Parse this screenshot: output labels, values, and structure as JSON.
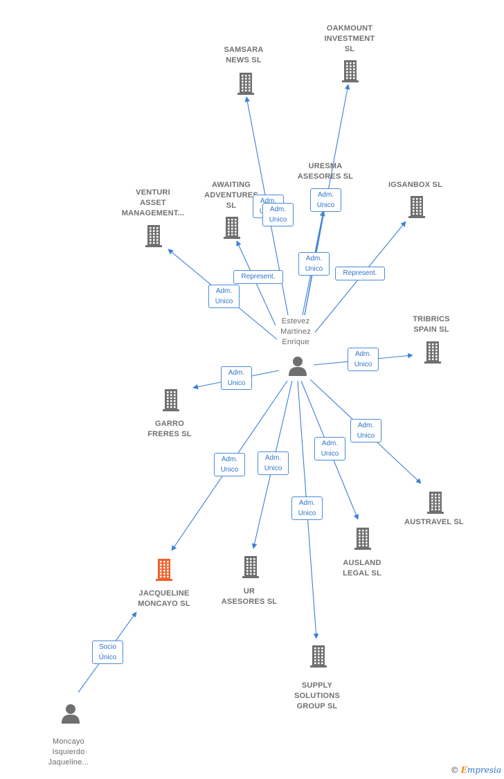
{
  "nodes": [
    {
      "id": "samsara",
      "kind": "company",
      "label": "SAMSARA\nNEWS  SL"
    },
    {
      "id": "oakmount",
      "kind": "company",
      "label": "OAKMOUNT\nINVESTMENT\nSL"
    },
    {
      "id": "uresma",
      "kind": "company",
      "label": "URESMA\nASESORES  SL"
    },
    {
      "id": "igsanbox",
      "kind": "company",
      "label": "IGSANBOX  SL"
    },
    {
      "id": "venturi",
      "kind": "company",
      "label": "VENTURI\nASSET\nMANAGEMENT..."
    },
    {
      "id": "awaiting",
      "kind": "company",
      "label": "AWAITING\nADVENTURES\nSL"
    },
    {
      "id": "tribrics",
      "kind": "company",
      "label": "TRIBRICS\nSPAIN  SL"
    },
    {
      "id": "garro",
      "kind": "company",
      "label": "GARRO\nFRERES  SL"
    },
    {
      "id": "austravel",
      "kind": "company",
      "label": "AUSTRAVEL SL"
    },
    {
      "id": "ausland",
      "kind": "company",
      "label": "AUSLAND\nLEGAL  SL"
    },
    {
      "id": "jacqueline",
      "kind": "company-highlight",
      "label": "JACQUELINE\nMONCAYO  SL"
    },
    {
      "id": "ur",
      "kind": "company",
      "label": "UR\nASESORES SL"
    },
    {
      "id": "supply",
      "kind": "company",
      "label": "SUPPLY\nSOLUTIONS\nGROUP  SL"
    },
    {
      "id": "estevez",
      "kind": "person",
      "label": "Estevez\nMartinez\nEnrique"
    },
    {
      "id": "moncayo",
      "kind": "person",
      "label": "Moncayo\nIsquierdo\nJaqueline..."
    }
  ],
  "relations": [
    {
      "from": "estevez",
      "to": "samsara",
      "label": "Adm.\nUnico"
    },
    {
      "from": "estevez",
      "to": "oakmount",
      "label": "Adm.\nUnico"
    },
    {
      "from": "estevez",
      "to": "uresma",
      "label": "Adm.\nUnico"
    },
    {
      "from": "estevez",
      "to": "uresma",
      "label": "Adm.\nUnico"
    },
    {
      "from": "estevez",
      "to": "igsanbox",
      "label": "Represent."
    },
    {
      "from": "estevez",
      "to": "venturi",
      "label": "Adm.\nUnico"
    },
    {
      "from": "estevez",
      "to": "awaiting",
      "label": "Represent."
    },
    {
      "from": "estevez",
      "to": "tribrics",
      "label": "Adm.\nUnico"
    },
    {
      "from": "estevez",
      "to": "garro",
      "label": "Adm.\nUnico"
    },
    {
      "from": "estevez",
      "to": "austravel",
      "label": "Adm.\nUnico"
    },
    {
      "from": "estevez",
      "to": "ausland",
      "label": "Adm.\nUnico"
    },
    {
      "from": "estevez",
      "to": "jacqueline",
      "label": "Adm.\nUnico"
    },
    {
      "from": "estevez",
      "to": "ur",
      "label": "Adm.\nUnico"
    },
    {
      "from": "estevez",
      "to": "supply",
      "label": "Adm.\nUnico"
    },
    {
      "from": "moncayo",
      "to": "jacqueline",
      "label": "Socio\nÚnico"
    }
  ],
  "colors": {
    "edge": "#3d7fd6",
    "company_icon": "#6f6f6f",
    "highlight_icon": "#f0622d",
    "person_icon": "#6f6f6f",
    "label_border": "#4a8ad8"
  },
  "branding": {
    "copyright": "©",
    "name_initial": "E",
    "name_rest": "mpresia"
  }
}
